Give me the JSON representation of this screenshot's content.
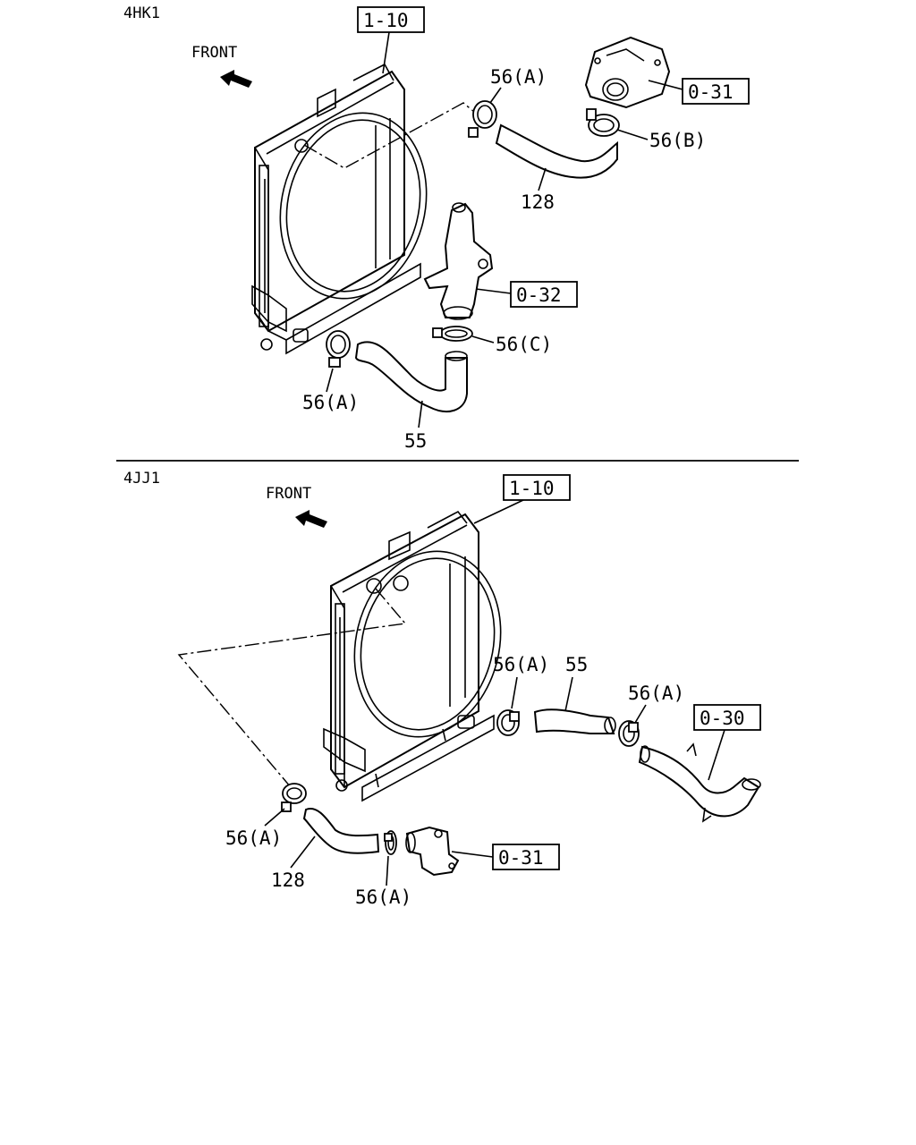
{
  "sections": {
    "top": {
      "engine": "4HK1",
      "front": "FRONT",
      "labels": {
        "radiator": "1-10",
        "outlet_upper": "0-31",
        "outlet_lower": "0-32",
        "clamp_a_top": "56(A)",
        "clamp_b": "56(B)",
        "hose_upper": "128",
        "clamp_c": "56(C)",
        "clamp_a_bottom": "56(A)",
        "hose_lower": "55"
      }
    },
    "bottom": {
      "engine": "4JJ1",
      "front": "FRONT",
      "labels": {
        "radiator": "1-10",
        "clamp_a_1": "56(A)",
        "hose_lower": "55",
        "clamp_a_2": "56(A)",
        "pipe": "0-30",
        "clamp_a_3": "56(A)",
        "hose_upper": "128",
        "clamp_a_4": "56(A)",
        "outlet": "0-31"
      }
    }
  }
}
